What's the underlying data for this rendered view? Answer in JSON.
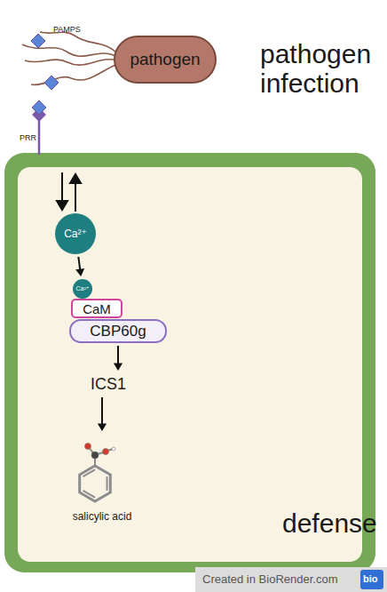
{
  "diagram": {
    "nodes": [
      {
        "text": [
          "pathogen"
        ]
      },
      {
        "text": [
          "Ca²⁺"
        ]
      },
      {
        "text": [
          "Ca²⁺"
        ]
      },
      {
        "text": [
          "CaM"
        ]
      },
      {
        "text": [
          "CBP60g"
        ]
      },
      {
        "text": [
          "ICS1"
        ]
      },
      {
        "text": [
          "salicylic acid"
        ]
      }
    ],
    "edges": [
      {
        "from": 1,
        "to": 2,
        "arrow": "to"
      },
      {
        "from": 4,
        "to": 5,
        "arrow": "to"
      },
      {
        "from": 5,
        "to": 6,
        "arrow": "to"
      }
    ],
    "labels": [
      "PAMPS",
      "PRR",
      "pathogen infection",
      "defense",
      "Created in BioRender.com",
      "bio"
    ]
  }
}
